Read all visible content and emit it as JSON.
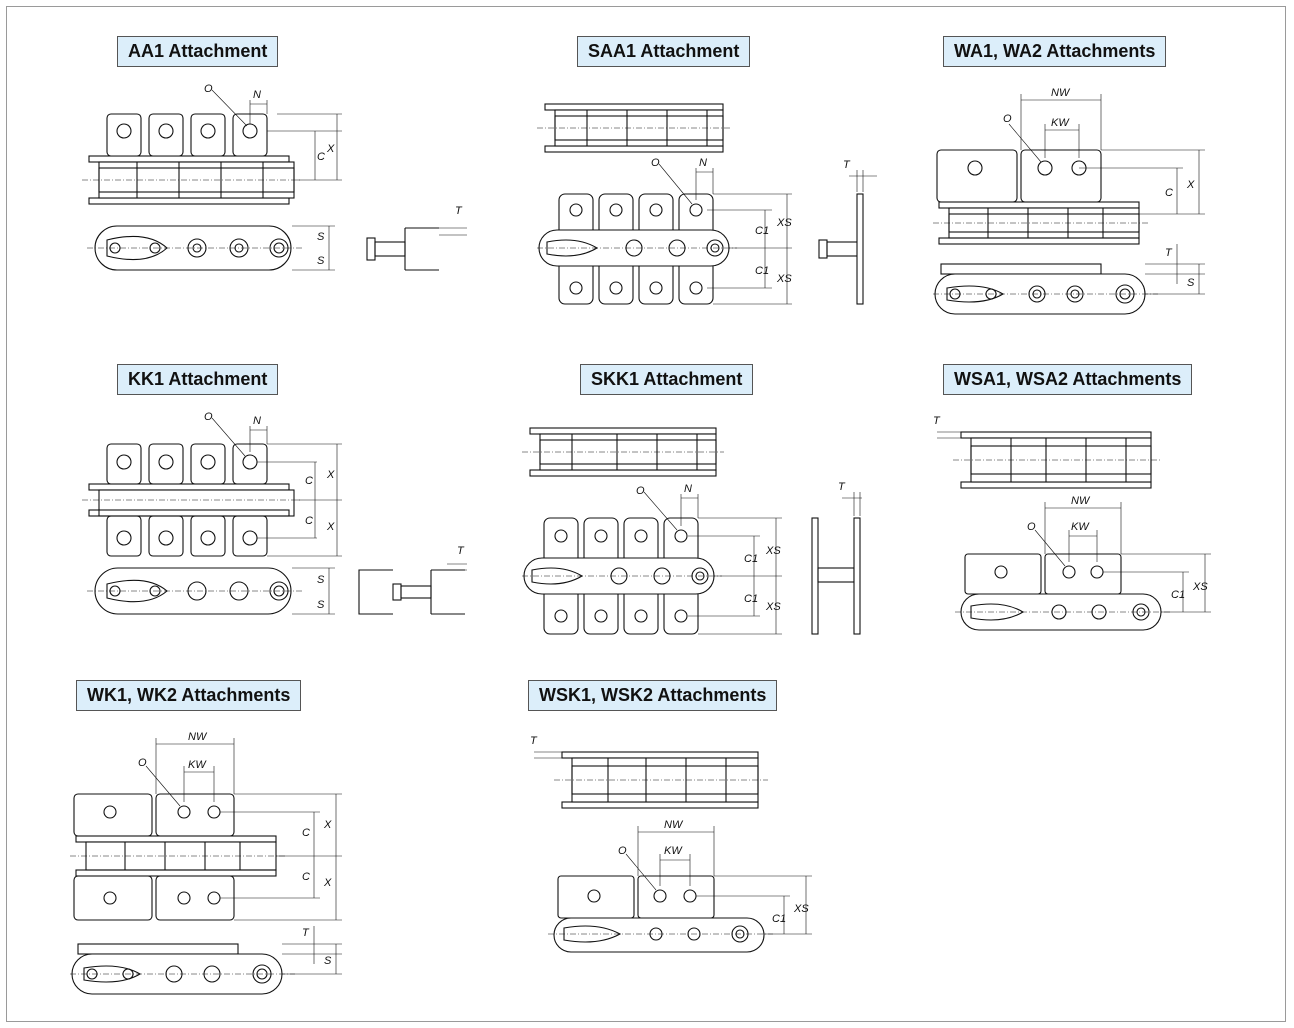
{
  "panels": [
    {
      "id": "aa1",
      "title": "AA1 Attachment",
      "labels": {
        "o": "O",
        "n": "N",
        "c": "C",
        "x": "X",
        "s": "S",
        "t": "T"
      }
    },
    {
      "id": "saa1",
      "title": "SAA1 Attachment",
      "labels": {
        "o": "O",
        "n": "N",
        "c1": "C1",
        "xs": "XS",
        "t": "T"
      }
    },
    {
      "id": "wa1",
      "title": "WA1, WA2 Attachments",
      "labels": {
        "nw": "NW",
        "kw": "KW",
        "o": "O",
        "c": "C",
        "x": "X",
        "t": "T",
        "s": "S"
      }
    },
    {
      "id": "kk1",
      "title": "KK1 Attachment",
      "labels": {
        "o": "O",
        "n": "N",
        "c": "C",
        "x": "X",
        "s": "S",
        "t": "T"
      }
    },
    {
      "id": "skk1",
      "title": "SKK1 Attachment",
      "labels": {
        "o": "O",
        "n": "N",
        "c1": "C1",
        "xs": "XS",
        "t": "T"
      }
    },
    {
      "id": "wsa1",
      "title": "WSA1, WSA2 Attachments",
      "labels": {
        "t": "T",
        "nw": "NW",
        "kw": "KW",
        "o": "O",
        "c1": "C1",
        "xs": "XS"
      }
    },
    {
      "id": "wk1",
      "title": "WK1, WK2 Attachments",
      "labels": {
        "nw": "NW",
        "kw": "KW",
        "o": "O",
        "c": "C",
        "x": "X",
        "t": "T",
        "s": "S"
      }
    },
    {
      "id": "wsk1",
      "title": "WSK1, WSK2 Attachments",
      "labels": {
        "t": "T",
        "nw": "NW",
        "kw": "KW",
        "o": "O",
        "c1": "C1",
        "xs": "XS"
      }
    }
  ]
}
